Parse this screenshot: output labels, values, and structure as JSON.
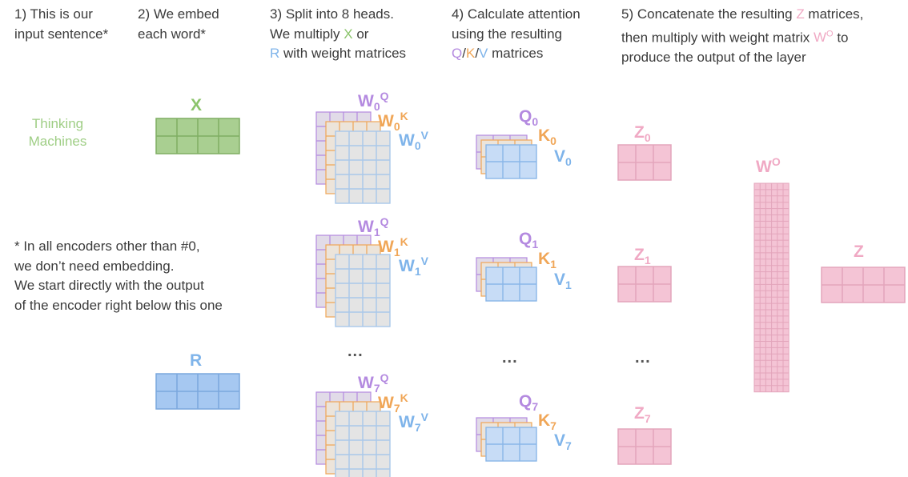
{
  "steps": {
    "s1": {
      "line1": "1) This is our",
      "line2": "input sentence*"
    },
    "s2": {
      "line1": "2) We embed",
      "line2": "each word*"
    },
    "s3": {
      "line1": "3) Split into 8 heads.",
      "line2a": "We multiply ",
      "x": "X",
      "line2b": " or",
      "r": "R",
      "line3": " with weight matrices"
    },
    "s4": {
      "line1": "4) Calculate attention",
      "line2": "using the resulting",
      "q": "Q",
      "slash1": "/",
      "k": "K",
      "slash2": "/",
      "v": "V",
      "line3": " matrices"
    },
    "s5": {
      "line1a": "5) Concatenate the resulting ",
      "z": "Z",
      "line1b": " matrices,",
      "line2a": "then multiply with weight matrix ",
      "wo": "W",
      "wo_sup": "O",
      "line2b": " to",
      "line3": "produce the output of the layer"
    }
  },
  "sentence": {
    "word1": "Thinking",
    "word2": "Machines"
  },
  "note": {
    "line1": "* In all encoders other than #0,",
    "line2": "we don’t need embedding.",
    "line3": "We start directly with the output",
    "line4": "of the encoder right below this one"
  },
  "labels": {
    "x": "X",
    "r": "R",
    "w": "W",
    "q": "Q",
    "k": "K",
    "v": "V",
    "z": "Z",
    "o": "O",
    "head0": "0",
    "head1": "1",
    "head7": "7",
    "dots": "..."
  },
  "colors": {
    "green": "#8bc46b",
    "blue": "#7fb4ea",
    "purple": "#b48ae0",
    "orange": "#f0a657",
    "pink": "#f0a9c4",
    "text": "#3b3b3b"
  }
}
